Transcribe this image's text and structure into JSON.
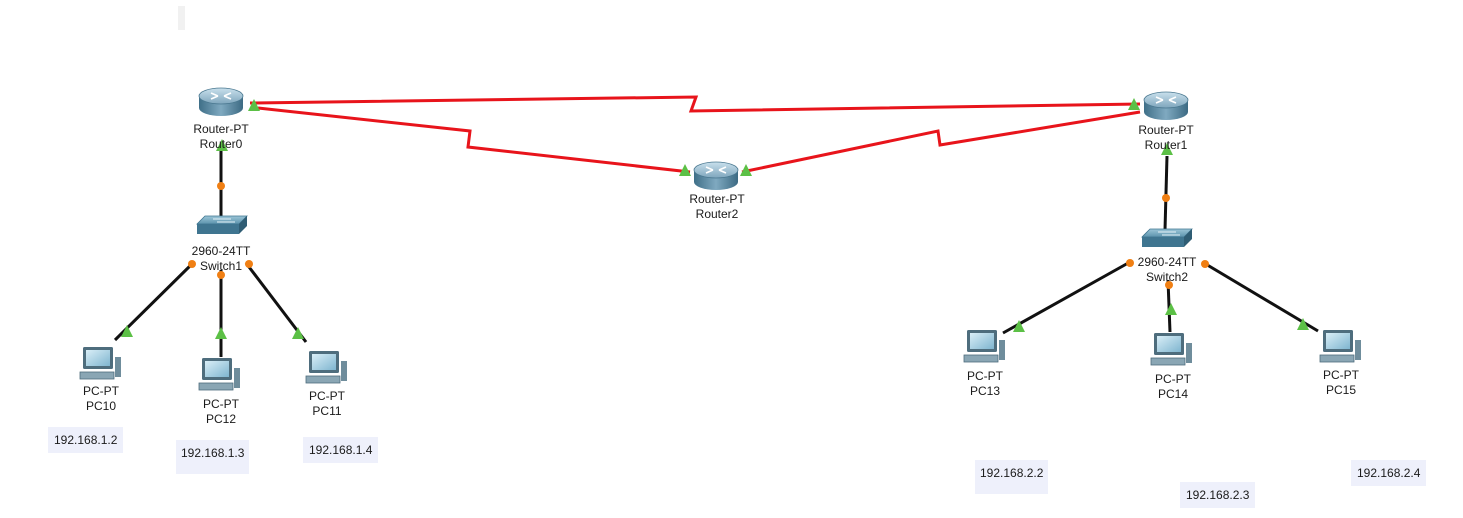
{
  "colors": {
    "serial_link": "#e8141b",
    "ethernet_link": "#111111",
    "port_up": "#5cc046",
    "port_orange": "#f07f13",
    "note_bg": "#eef0fb"
  },
  "devices": {
    "router0": {
      "model": "Router-PT",
      "name": "Router0",
      "icon": "router-icon"
    },
    "router1": {
      "model": "Router-PT",
      "name": "Router1",
      "icon": "router-icon"
    },
    "router2": {
      "model": "Router-PT",
      "name": "Router2",
      "icon": "router-icon"
    },
    "switch1": {
      "model": "2960-24TT",
      "name": "Switch1",
      "icon": "switch-icon"
    },
    "switch2": {
      "model": "2960-24TT",
      "name": "Switch2",
      "icon": "switch-icon"
    },
    "pc10": {
      "model": "PC-PT",
      "name": "PC10",
      "icon": "pc-icon"
    },
    "pc11": {
      "model": "PC-PT",
      "name": "PC11",
      "icon": "pc-icon"
    },
    "pc12": {
      "model": "PC-PT",
      "name": "PC12",
      "icon": "pc-icon"
    },
    "pc13": {
      "model": "PC-PT",
      "name": "PC13",
      "icon": "pc-icon"
    },
    "pc14": {
      "model": "PC-PT",
      "name": "PC14",
      "icon": "pc-icon"
    },
    "pc15": {
      "model": "PC-PT",
      "name": "PC15",
      "icon": "pc-icon"
    }
  },
  "notes": {
    "pc10_ip": "192.168.1.2",
    "pc12_ip": "192.168.1.3",
    "pc11_ip": "192.168.1.4",
    "pc13_ip": "192.168.2.2",
    "pc14_ip": "192.168.2.3",
    "pc15_ip": "192.168.2.4"
  }
}
